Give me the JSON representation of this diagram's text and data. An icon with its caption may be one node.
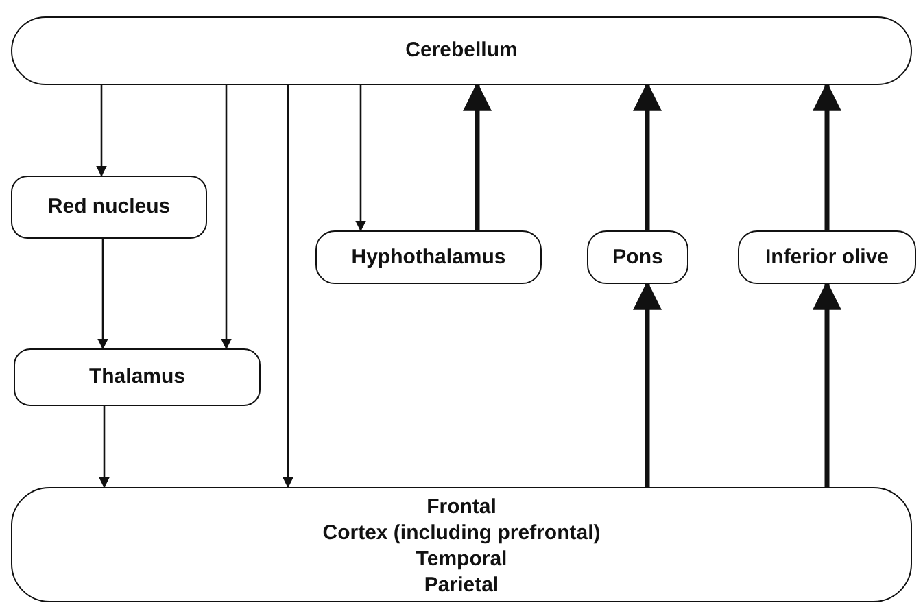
{
  "diagram": {
    "nodes": [
      {
        "text": [
          "Cerebellum"
        ]
      },
      {
        "text": [
          "Red nucleus"
        ]
      },
      {
        "text": [
          "Thalamus"
        ]
      },
      {
        "text": [
          "Hyphothalamus"
        ]
      },
      {
        "text": [
          "Pons"
        ]
      },
      {
        "text": [
          "Inferior olive"
        ]
      },
      {
        "text": [
          "Frontal",
          "Cortex (including prefrontal)",
          "Temporal",
          "Parietal"
        ]
      }
    ],
    "edges": [
      {
        "from": 0,
        "to": 1,
        "arrow": "to"
      },
      {
        "from": 1,
        "to": 2,
        "arrow": "to"
      },
      {
        "from": 2,
        "to": 6,
        "arrow": "to"
      },
      {
        "from": 0,
        "to": 2,
        "arrow": "to"
      },
      {
        "from": 0,
        "to": 6,
        "arrow": "to"
      },
      {
        "from": 0,
        "to": 3,
        "arrow": "to"
      },
      {
        "from": 3,
        "to": 0,
        "arrow": "to",
        "style": "thick"
      },
      {
        "from": 4,
        "to": 0,
        "arrow": "to",
        "style": "thick"
      },
      {
        "from": 6,
        "to": 4,
        "arrow": "to",
        "style": "thick"
      },
      {
        "from": 5,
        "to": 0,
        "arrow": "to",
        "style": "thick"
      },
      {
        "from": 6,
        "to": 5,
        "arrow": "to",
        "style": "thick"
      }
    ]
  }
}
